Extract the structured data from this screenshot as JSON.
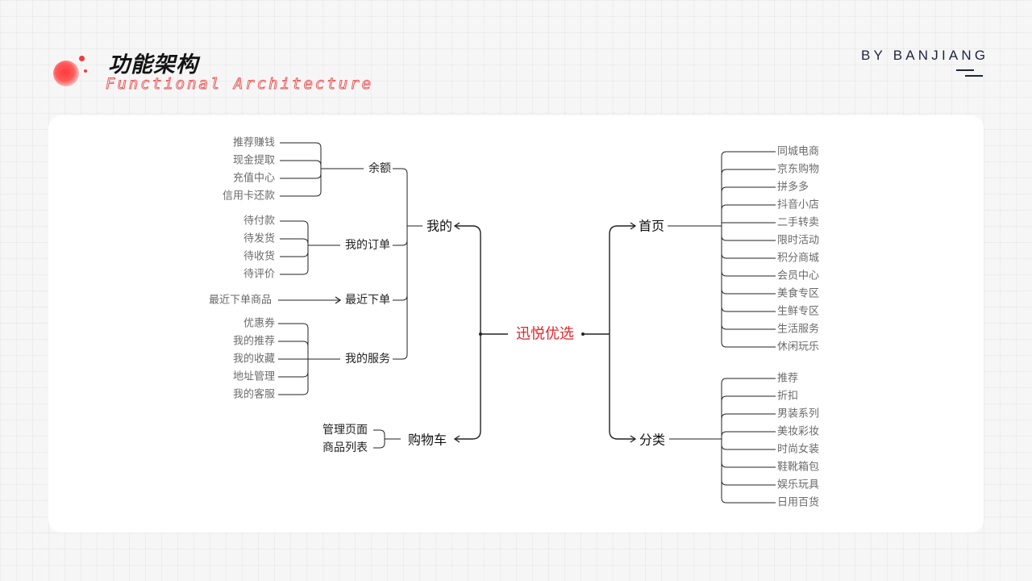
{
  "header": {
    "title_cn": "功能架构",
    "title_en": "Functional Architecture",
    "byline": "BY BANJIANG"
  },
  "mindmap": {
    "root": "迅悦优选",
    "left": [
      {
        "label": "我的",
        "children": [
          {
            "label": "余额",
            "children": [
              "推荐赚钱",
              "现金提取",
              "充值中心",
              "信用卡还款"
            ]
          },
          {
            "label": "我的订单",
            "children": [
              "待付款",
              "待发货",
              "待收货",
              "待评价"
            ]
          },
          {
            "label": "最近下单",
            "children": [
              "最近下单商品"
            ]
          },
          {
            "label": "我的服务",
            "children": [
              "优惠券",
              "我的推荐",
              "我的收藏",
              "地址管理",
              "我的客服"
            ]
          }
        ]
      },
      {
        "label": "购物车",
        "children": [
          "管理页面",
          "商品列表"
        ]
      }
    ],
    "right": [
      {
        "label": "首页",
        "children": [
          "同城电商",
          "京东购物",
          "拼多多",
          "抖音小店",
          "二手转卖",
          "限时活动",
          "积分商城",
          "会员中心",
          "美食专区",
          "生鲜专区",
          "生活服务",
          "休闲玩乐"
        ]
      },
      {
        "label": "分类",
        "children": [
          "推荐",
          "折扣",
          "男装系列",
          "美妆彩妆",
          "时尚女装",
          "鞋靴箱包",
          "娱乐玩具",
          "日用百货"
        ]
      }
    ]
  },
  "colors": {
    "root": "#e0262c",
    "accent": "#ee3b3b",
    "line": "#222222",
    "leaf_text": "#6a6a6a",
    "branch_text": "#111111"
  }
}
